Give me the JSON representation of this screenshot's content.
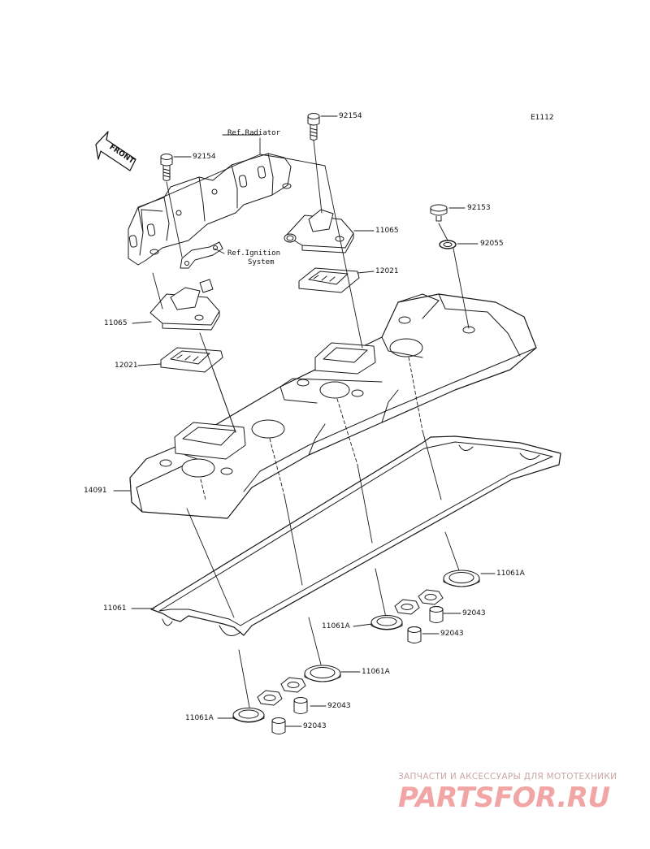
{
  "diagram_code": "E1112",
  "front_arrow_label": "FRONT",
  "refs": {
    "radiator": "Ref.Radiator",
    "ignition_line1": "Ref.Ignition",
    "ignition_line2": "System"
  },
  "parts": {
    "bolt_92154_top": "92154",
    "bolt_92154_left": "92154",
    "bolt_92153": "92153",
    "washer_92055": "92055",
    "cover_11065_right": "11065",
    "cover_11065_left": "11065",
    "plate_12021_right": "12021",
    "plate_12021_left": "12021",
    "head_cover_14091": "14091",
    "gasket_11061": "11061",
    "gasket_11061A_r1": "11061A",
    "gasket_11061A_r2": "11061A",
    "gasket_11061A_l1": "11061A",
    "gasket_11061A_l2": "11061A",
    "collar_92043_r1": "92043",
    "collar_92043_r2": "92043",
    "collar_92043_l1": "92043",
    "collar_92043_l2": "92043"
  },
  "watermark": {
    "tagline": "ЗАПЧАСТИ И АКСЕССУАРЫ ДЛЯ МОТОТЕХНИКИ",
    "logo": "PARTSFOR.RU"
  },
  "colors": {
    "line": "#1a1a1a",
    "shade": "#d4d4d4",
    "watermark": "#f2a5a5"
  }
}
